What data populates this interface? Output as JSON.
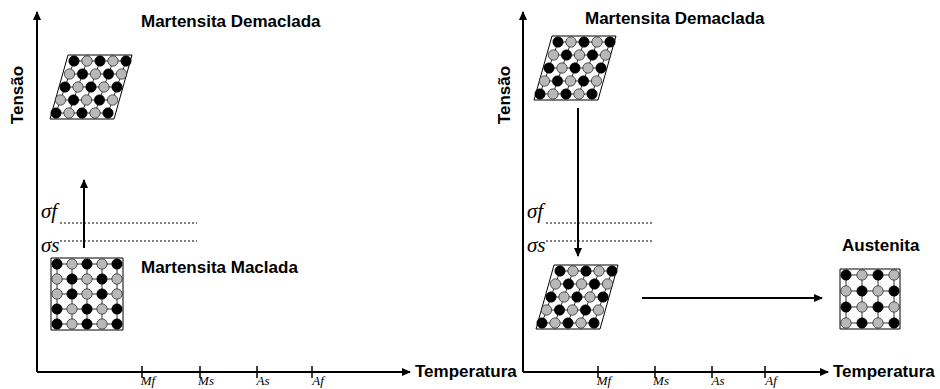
{
  "diagram": {
    "labels": [
      "Tensão",
      "Martensita Demaclada",
      "σf",
      "σs",
      "Martensita Maclada",
      "Mf",
      "Ms",
      "As",
      "Af",
      "Temperatura",
      "Tensão",
      "Martensita Demaclada",
      "σf",
      "σs",
      "Austenita",
      "Mf",
      "Ms",
      "As",
      "Af",
      "Temperatura"
    ]
  }
}
